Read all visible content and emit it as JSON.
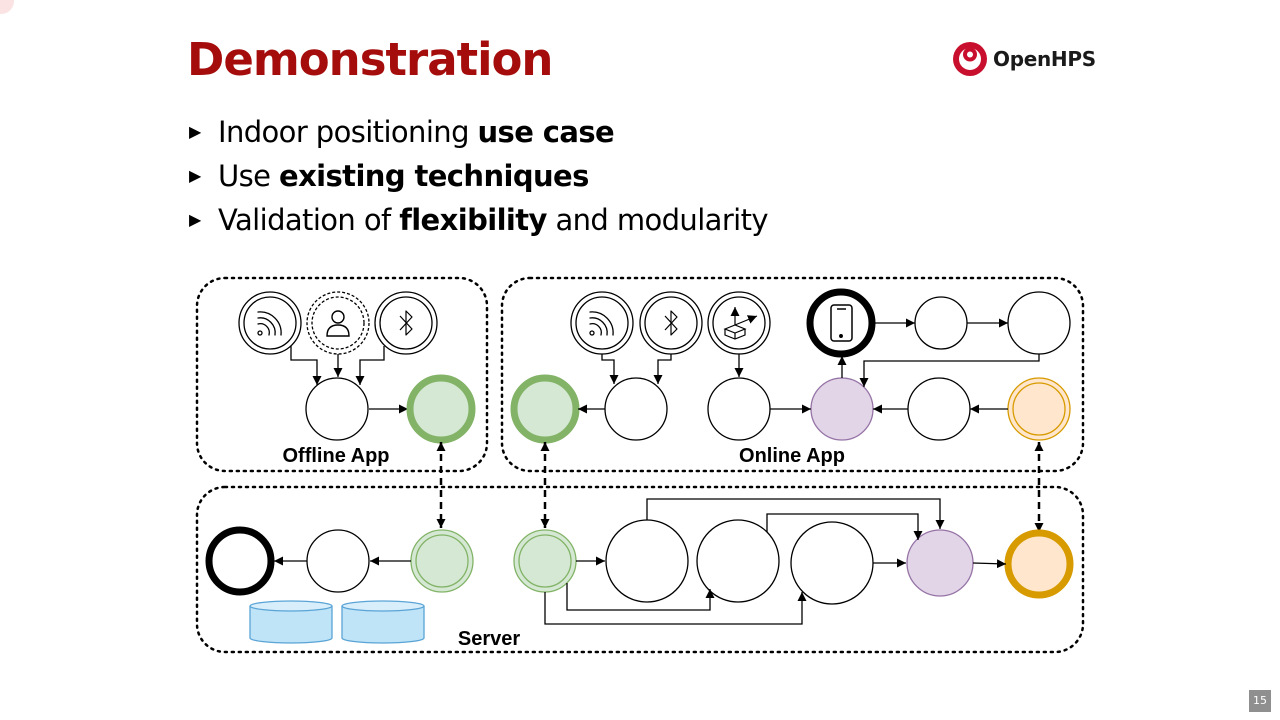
{
  "slide": {
    "title": "Demonstration",
    "page_number": "15"
  },
  "logo": {
    "text": "OpenHPS",
    "brand_color": "#c8102e"
  },
  "bullets": [
    {
      "plain": "Indoor positioning ",
      "bold": "use case",
      "after": ""
    },
    {
      "plain": "Use ",
      "bold": "existing techniques",
      "after": ""
    },
    {
      "plain": "Validation of ",
      "bold": "flexibility",
      "after": " and modularity"
    }
  ],
  "diagram": {
    "groups": {
      "offline_label": "Offline App",
      "online_label": "Online App",
      "server_label": "Server"
    },
    "icons": [
      "wifi-icon",
      "user-icon",
      "bluetooth-icon",
      "imu-icon",
      "smartphone-icon",
      "database-icon"
    ],
    "colors": {
      "green_fill": "#d5e8d4",
      "green_stroke": "#82b366",
      "purple_fill": "#e1d5e7",
      "purple_stroke": "#9673a6",
      "orange_fill": "#ffe6cc",
      "orange_stroke": "#d79b00",
      "db_fill": "#bfe3f7",
      "db_stroke": "#5aa4d6"
    }
  }
}
